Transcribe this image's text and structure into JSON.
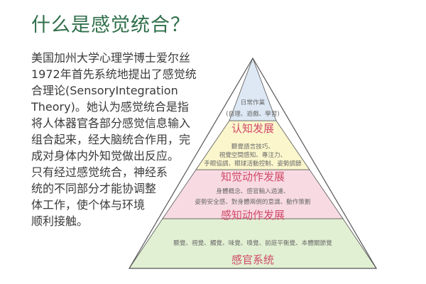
{
  "title": "什么是感觉统合？",
  "intro_lines": [
    "美国加州大学心理学博士爱尔丝",
    "1972年首先系统地提出了感觉统",
    "合理论(SensoryIntegration",
    "Theory)。她认为感觉统合是指",
    "将人体器官各部分感觉信息输入",
    "组合起来，经大脑统合作用，完",
    "成对身体内外知觉做出反应。",
    "只有经过感觉统合，神经系",
    "统的不同部分才能协调整",
    "体工作，使个体与环境",
    "顺利接触。"
  ],
  "pyramid": {
    "colors": {
      "top": "#dde8f4",
      "middle": "#fbf6cc",
      "lower": "#f8dbe2",
      "base": "#e1f0d2",
      "outline": "#555555",
      "label": "#d14a6a"
    },
    "tiers": [
      {
        "label": "认知发展",
        "desc": [
          "日常作業",
          "(自理、遊戲、學習)"
        ]
      },
      {
        "label": "知觉动作发展",
        "desc": [
          "聽覺語言技巧、",
          "視覺空間感知、專注力、",
          "手眼協調、眼球活動控制、姿勢調節"
        ]
      },
      {
        "label": "感知动作发展",
        "desc": [
          "身體概念、感官輸入過濾、",
          "姿勢安全感、對身體兩側的意識、動作策劃"
        ]
      },
      {
        "label": "感官系统",
        "desc": [
          "聽覺、視覺、觸覺、味覺、嗅覺、前庭平衡覺、本體關節覺"
        ]
      }
    ]
  }
}
